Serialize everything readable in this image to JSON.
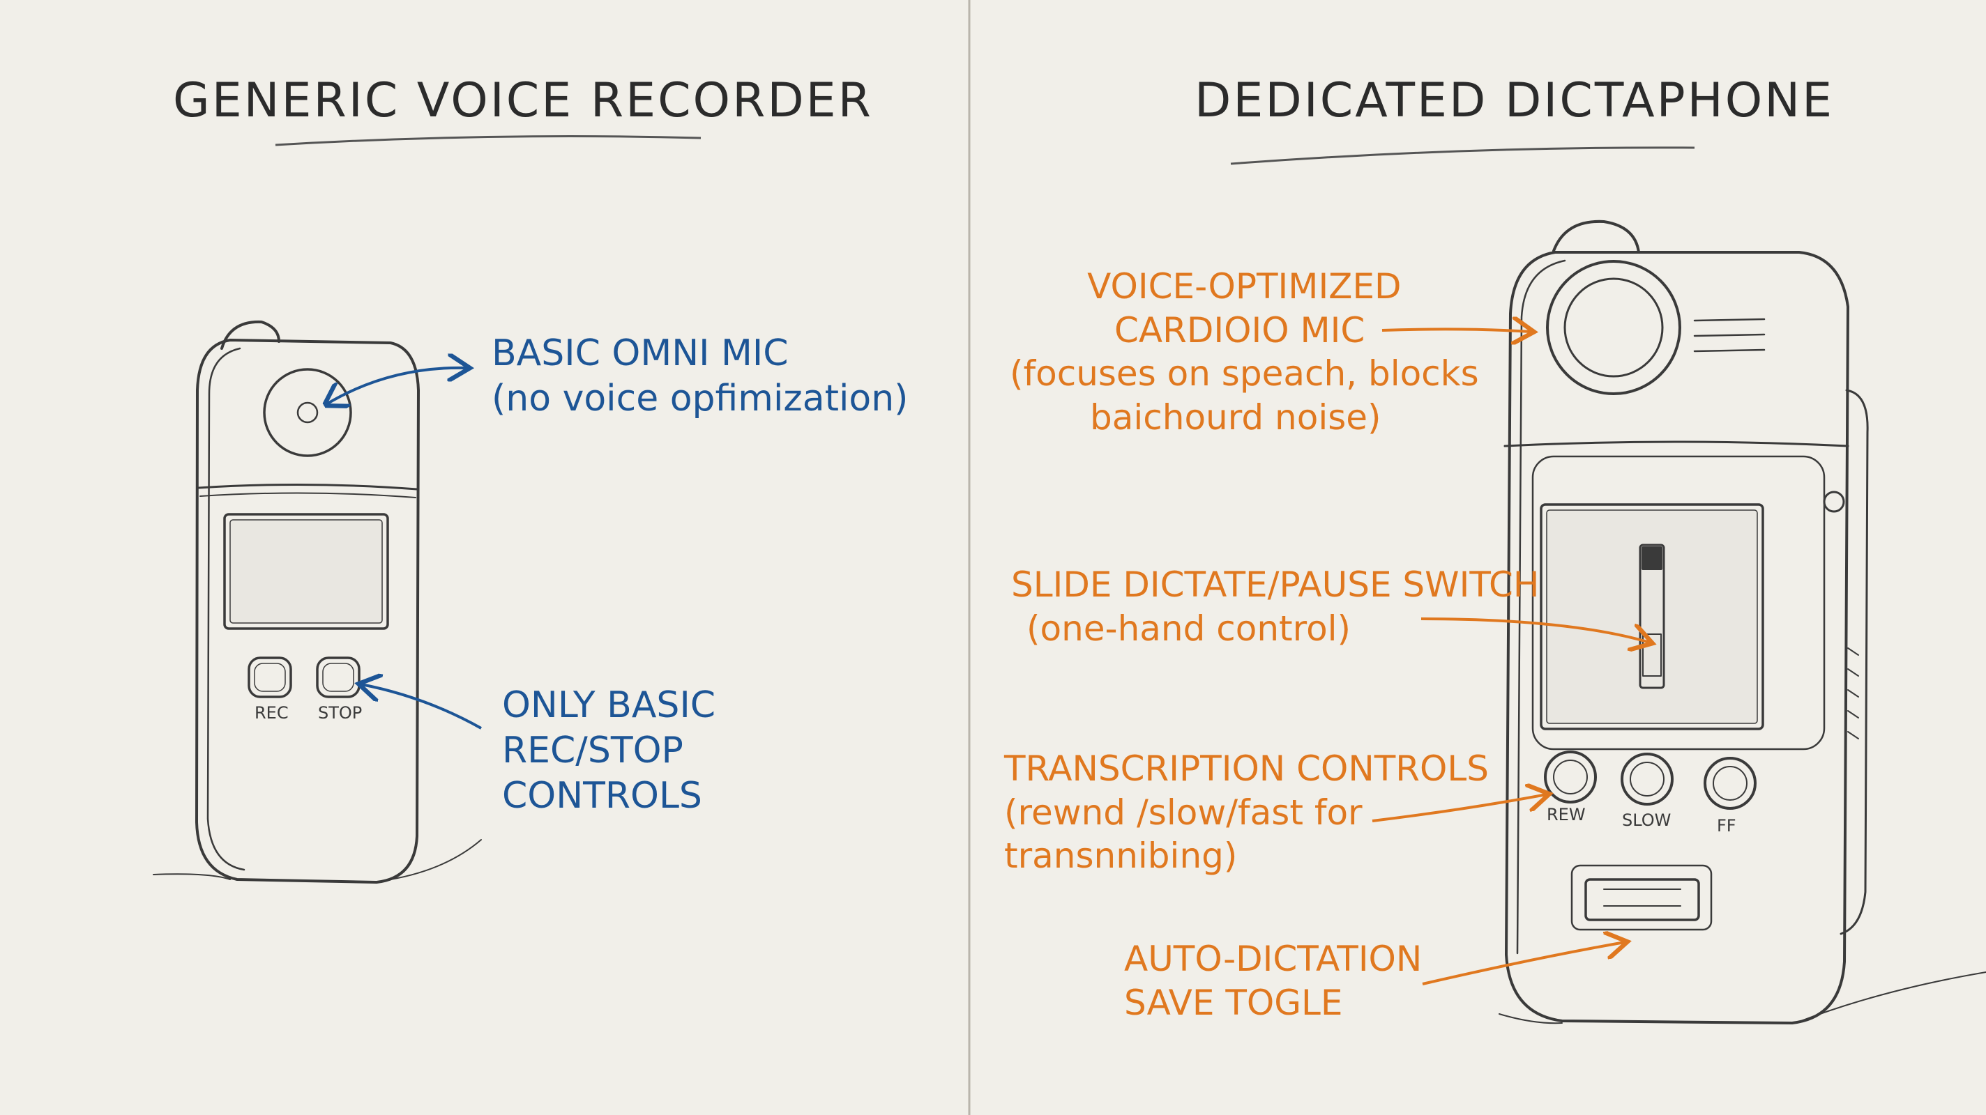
{
  "left_panel": {
    "title": "GENERIC VOICE RECORDER",
    "mic_callout": [
      "BASIC OMNI MIC",
      "(no voice opfimization)"
    ],
    "controls_callout": [
      "ONLY BASIC",
      "REC/STOP",
      "CONTROLS"
    ],
    "buttons": [
      "REC",
      "STOP"
    ]
  },
  "right_panel": {
    "title": "DEDICATED DICTAPHONE",
    "mic_callout": [
      "VOICE-OPTIMIZED",
      "CARDIOIO MIC",
      "(focuses on speach, blocks",
      "baichourd noise)"
    ],
    "switch_callout": [
      "SLIDE DICTATE/PAUSE SWITCH",
      "(one-hand control)"
    ],
    "transcription_callout": [
      "TRANSCRIPTION CONTROLS",
      "(rewnd /slow/fast for",
      "transnnibing)"
    ],
    "save_callout": [
      "AUTO-DICTATION",
      "SAVE TOGLE"
    ],
    "buttons": [
      "REW",
      "SLOW",
      "FF"
    ]
  },
  "colors": {
    "blue_annotation": "#1d5596",
    "orange_annotation": "#e0781f",
    "pencil": "#3a3a3a",
    "paper": "#f1efe9"
  }
}
